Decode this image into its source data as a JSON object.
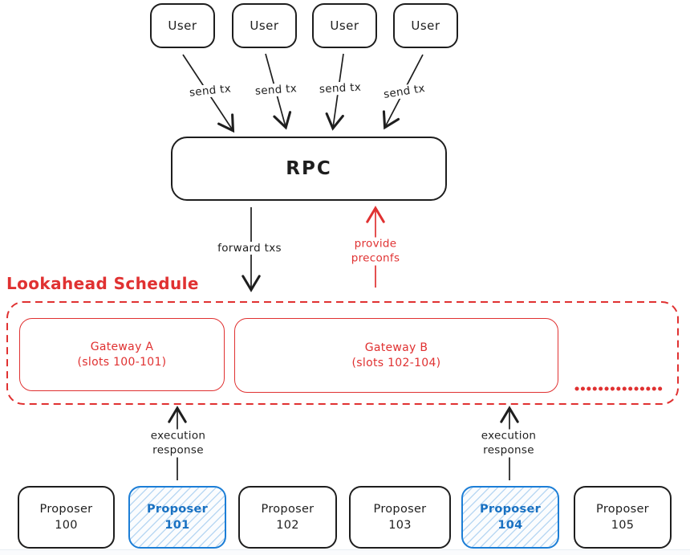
{
  "diagram": {
    "users": [
      {
        "label": "User"
      },
      {
        "label": "User"
      },
      {
        "label": "User"
      },
      {
        "label": "User"
      }
    ],
    "send_tx_labels": [
      "send tx",
      "send tx",
      "send tx",
      "send tx"
    ],
    "rpc_label": "RPC",
    "forward_label": "forward txs",
    "preconfs_label": {
      "line1": "provide",
      "line2": "preconfs"
    },
    "lookahead": {
      "title": "Lookahead Schedule",
      "gateways": [
        {
          "name": "Gateway A",
          "slots": "(slots 100-101)"
        },
        {
          "name": "Gateway B",
          "slots": "(slots 102-104)"
        }
      ],
      "continuation": "dotted-ellipsis"
    },
    "exec_left": {
      "line1": "execution",
      "line2": "response"
    },
    "exec_right": {
      "line1": "execution",
      "line2": "response"
    },
    "proposers": [
      {
        "name": "Proposer",
        "number": "100",
        "highlighted": false
      },
      {
        "name": "Proposer",
        "number": "101",
        "highlighted": true
      },
      {
        "name": "Proposer",
        "number": "102",
        "highlighted": false
      },
      {
        "name": "Proposer",
        "number": "103",
        "highlighted": false
      },
      {
        "name": "Proposer",
        "number": "104",
        "highlighted": true
      },
      {
        "name": "Proposer",
        "number": "105",
        "highlighted": false
      }
    ],
    "colors": {
      "stroke": "#1e1e1e",
      "red": "#e03131",
      "blue": "#1971c2",
      "blue_border": "#1c7ed6"
    }
  }
}
